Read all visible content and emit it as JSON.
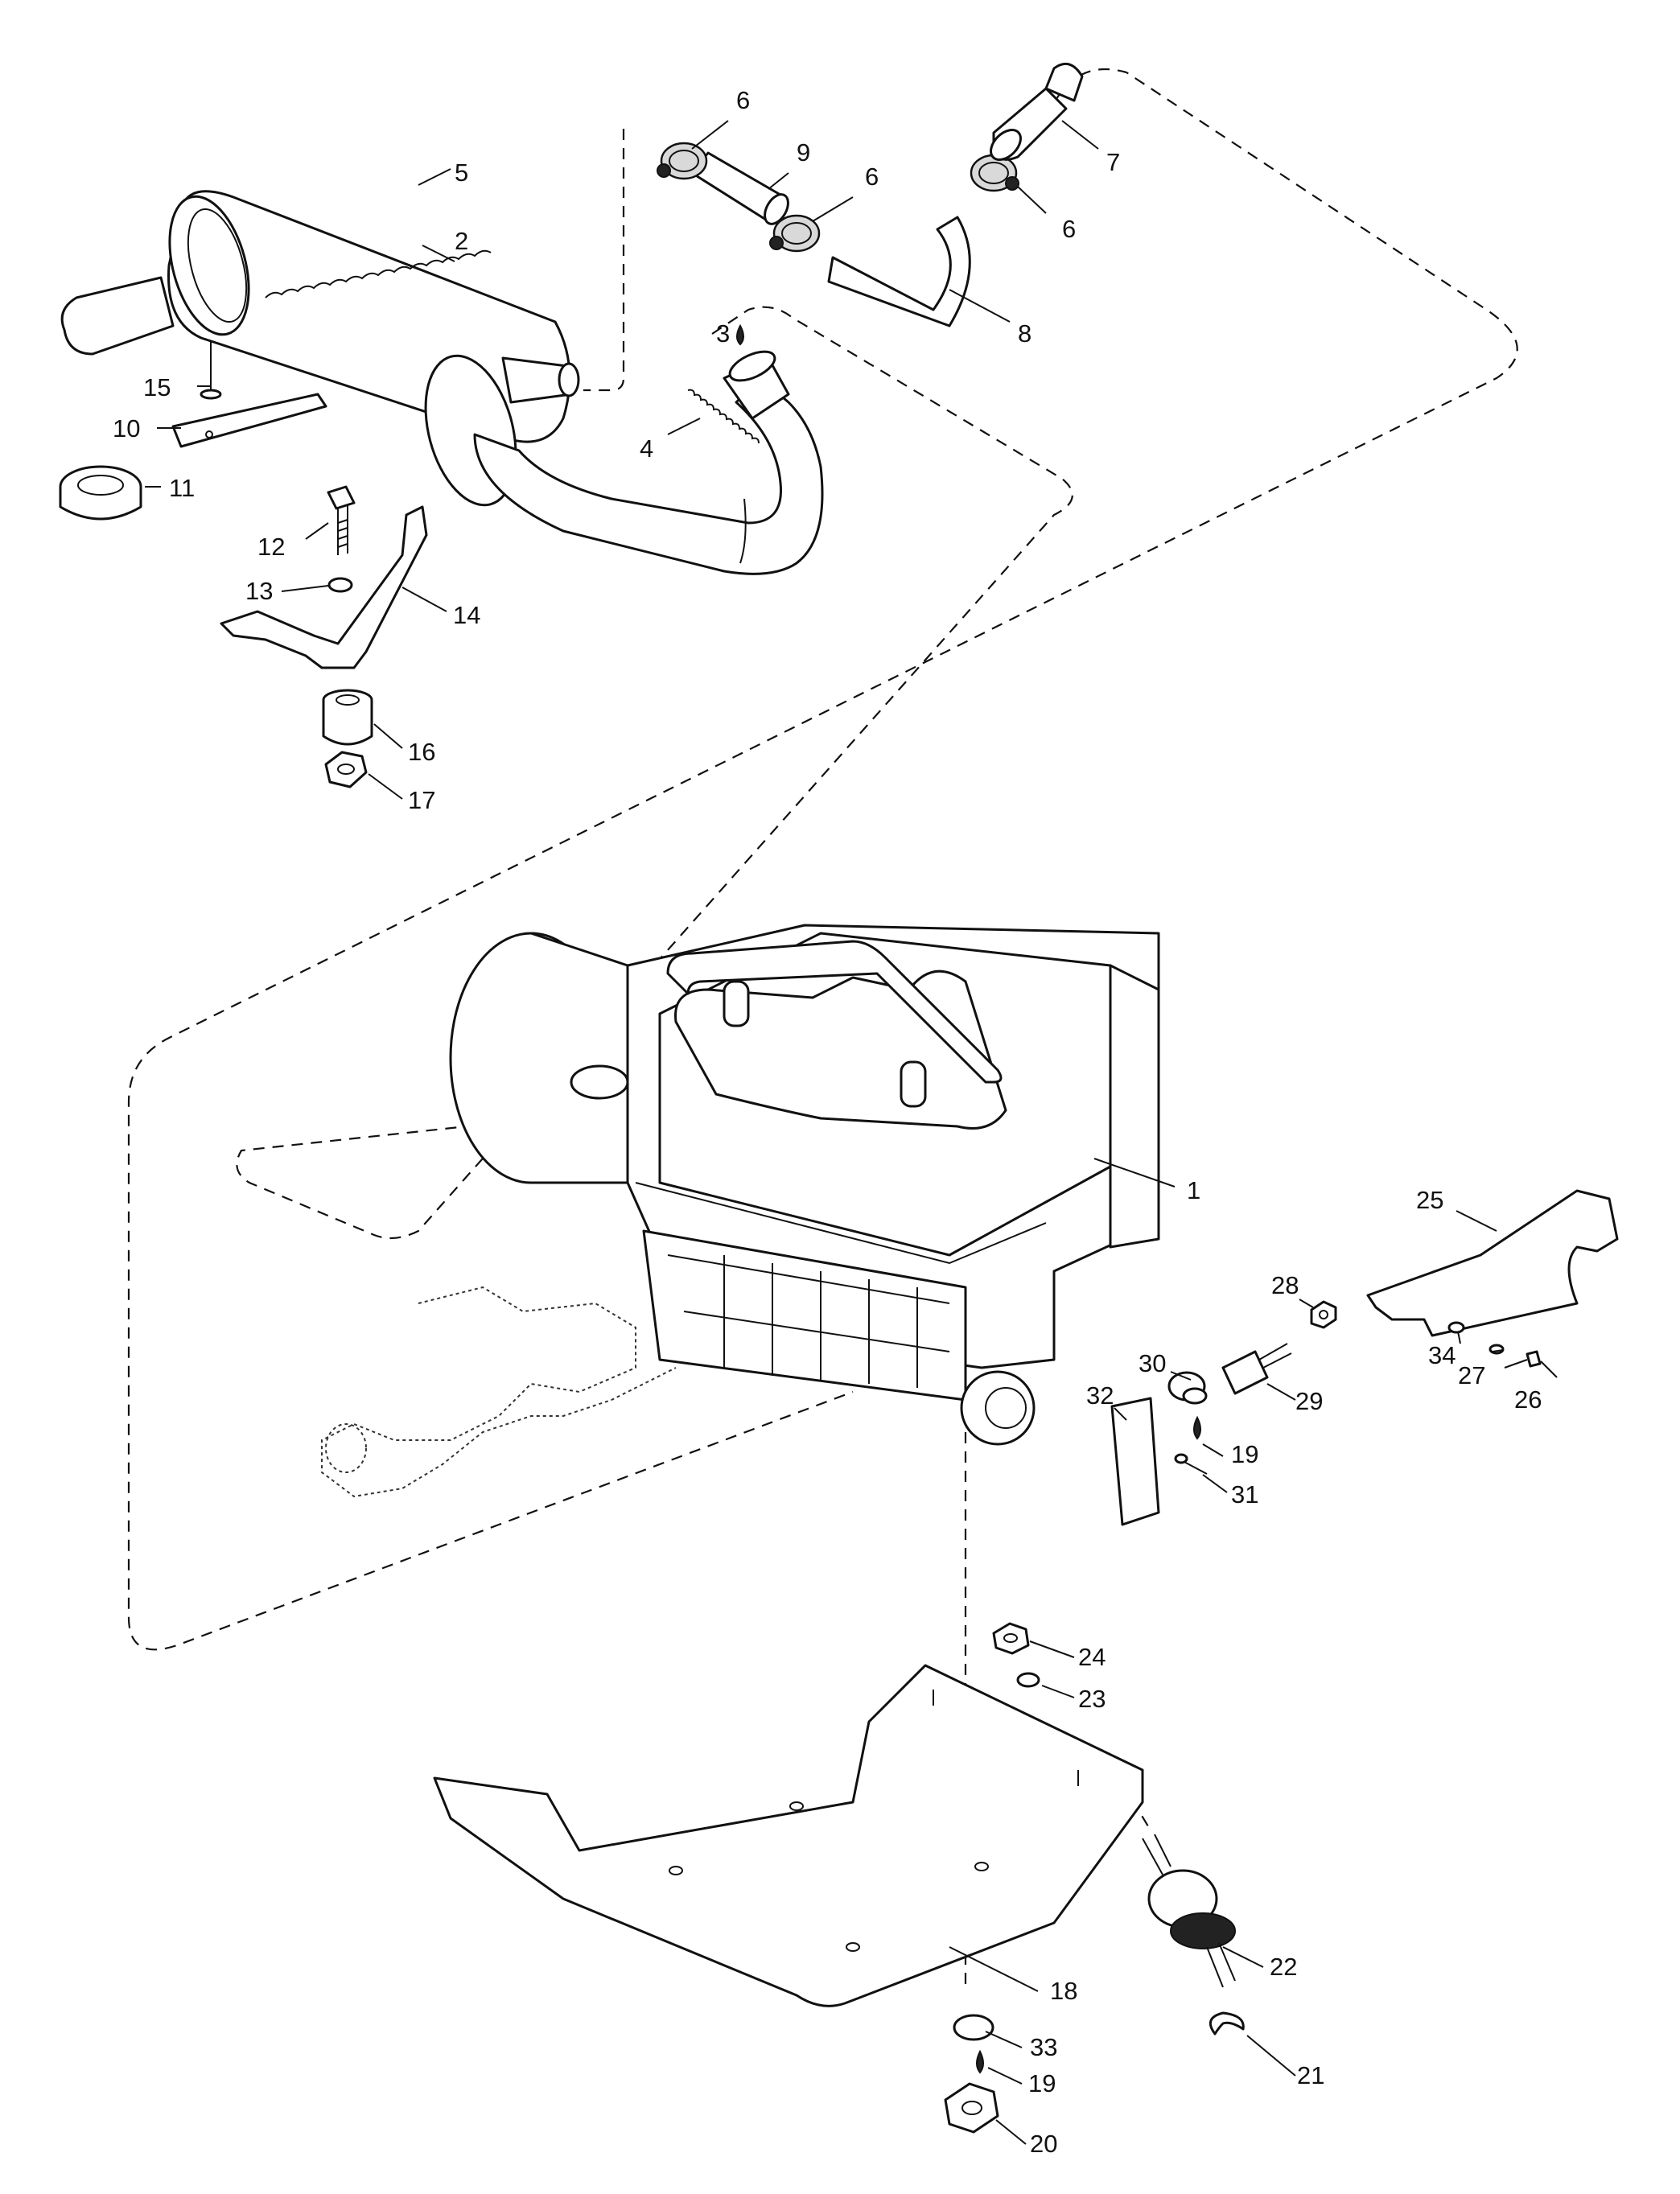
{
  "callouts": [
    {
      "id": "c1",
      "label": "1"
    },
    {
      "id": "c2",
      "label": "2"
    },
    {
      "id": "c3",
      "label": "3"
    },
    {
      "id": "c4",
      "label": "4"
    },
    {
      "id": "c5",
      "label": "5"
    },
    {
      "id": "c6a",
      "label": "6"
    },
    {
      "id": "c6b",
      "label": "6"
    },
    {
      "id": "c6c",
      "label": "6"
    },
    {
      "id": "c7",
      "label": "7"
    },
    {
      "id": "c8",
      "label": "8"
    },
    {
      "id": "c9",
      "label": "9"
    },
    {
      "id": "c10",
      "label": "10"
    },
    {
      "id": "c11",
      "label": "11"
    },
    {
      "id": "c12",
      "label": "12"
    },
    {
      "id": "c13",
      "label": "13"
    },
    {
      "id": "c14",
      "label": "14"
    },
    {
      "id": "c15",
      "label": "15"
    },
    {
      "id": "c16",
      "label": "16"
    },
    {
      "id": "c17",
      "label": "17"
    },
    {
      "id": "c18",
      "label": "18"
    },
    {
      "id": "c19a",
      "label": "19"
    },
    {
      "id": "c19b",
      "label": "19"
    },
    {
      "id": "c20",
      "label": "20"
    },
    {
      "id": "c21",
      "label": "21"
    },
    {
      "id": "c22",
      "label": "22"
    },
    {
      "id": "c23",
      "label": "23"
    },
    {
      "id": "c24",
      "label": "24"
    },
    {
      "id": "c25",
      "label": "25"
    },
    {
      "id": "c26",
      "label": "26"
    },
    {
      "id": "c27",
      "label": "27"
    },
    {
      "id": "c28",
      "label": "28"
    },
    {
      "id": "c29",
      "label": "29"
    },
    {
      "id": "c30",
      "label": "30"
    },
    {
      "id": "c31",
      "label": "31"
    },
    {
      "id": "c32",
      "label": "32"
    },
    {
      "id": "c33",
      "label": "33"
    },
    {
      "id": "c34",
      "label": "34"
    }
  ]
}
